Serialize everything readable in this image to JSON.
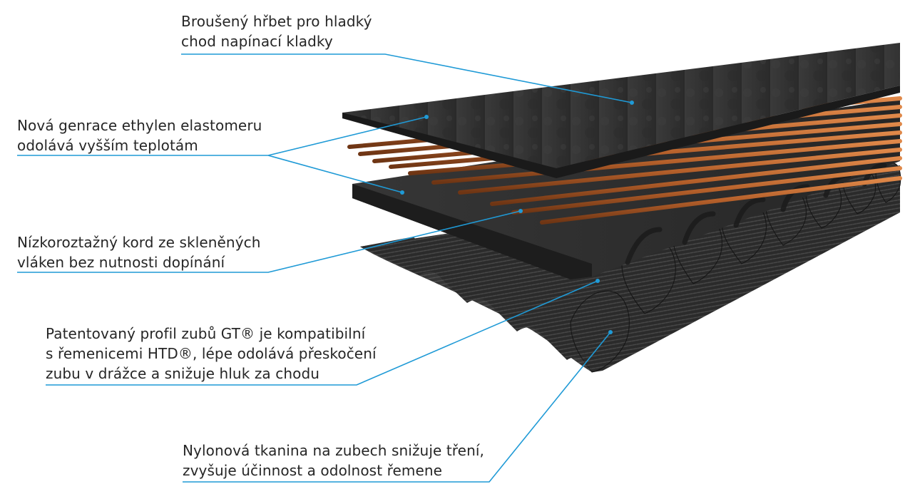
{
  "callouts": [
    {
      "id": "ground-back",
      "lines": [
        "Broušený hřbet pro hladký",
        "chod napínací kladky"
      ]
    },
    {
      "id": "ethylene-elastomer",
      "lines": [
        "Nová genrace ethylen elastomeru",
        "odolává vyšším teplotám"
      ]
    },
    {
      "id": "glass-cord",
      "lines": [
        "Nízkoroztažný kord ze skleněných",
        "vláken bez nutnosti dopínání"
      ]
    },
    {
      "id": "gt-profile",
      "lines": [
        "Patentovaný profil zubů GT® je kompatibilní",
        "s řemenicemi HTD®, lépe odolává přeskočení",
        "zubu v drážce a snižuje hluk za chodu"
      ]
    },
    {
      "id": "nylon-fabric",
      "lines": [
        "Nylonová tkanina na zubech snižuje tření,",
        "zvyšuje účinnost a odolnost řemene"
      ]
    }
  ],
  "colors": {
    "callout_line": "#1f9ad6",
    "text": "#262626",
    "rubber": "#2d2d2d",
    "cord": "#b5602b"
  }
}
